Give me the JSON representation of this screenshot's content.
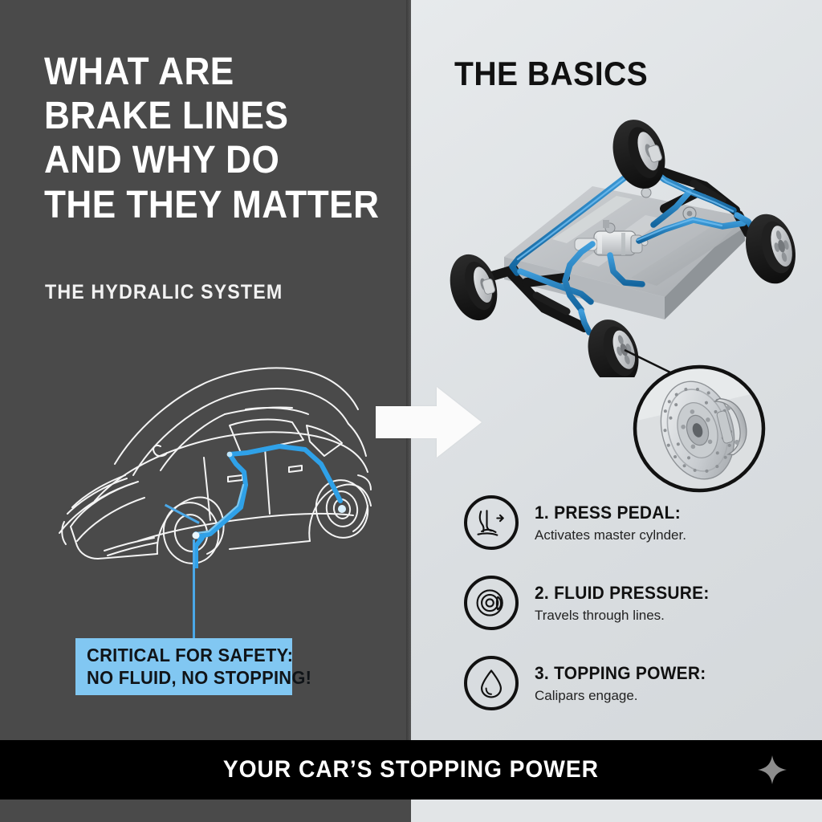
{
  "poster": {
    "bg_left": "#4a4a4a",
    "bg_right": "#dfe2e4",
    "accent_blue": "#1f7fc4",
    "callout_blue": "#81c7f2",
    "footer_bg": "#000000"
  },
  "left_panel": {
    "headline_lines": [
      "WHAT ARE",
      "BRAKE LINES",
      "AND WHY DO",
      "THE THEY MATTER"
    ],
    "subheadline": "THE HYDRALIC SYSTEM",
    "car_illustration_name": "sedan-outline-with-brake-lines",
    "callout": {
      "line1": "CRITICAL FOR SAFETY:",
      "line2": "NO FLUID, NO STOPPING!"
    }
  },
  "transition": {
    "arrow_icon": "arrow-right-icon"
  },
  "right_panel": {
    "title": "THE BASICS",
    "chassis_diagram_name": "chassis-brake-line-routing-diagram",
    "rotor_detail_name": "brake-rotor-caliper-detail-circle",
    "steps": [
      {
        "number": "1.",
        "title": "1. PRESS PEDAL:",
        "description": "Activates master cylnder.",
        "icon": "foot-pedal-icon"
      },
      {
        "number": "2.",
        "title": "2. FLUID PRESSURE:",
        "description": "Travels through lines.",
        "icon": "brake-rotor-icon"
      },
      {
        "number": "3.",
        "title": "3. TOPPING POWER:",
        "description": "Calipars engage.",
        "icon": "fluid-droplet-icon"
      }
    ]
  },
  "footer": {
    "text": "YOUR CAR’S STOPPING POWER",
    "star_icon": "four-point-star-icon"
  }
}
